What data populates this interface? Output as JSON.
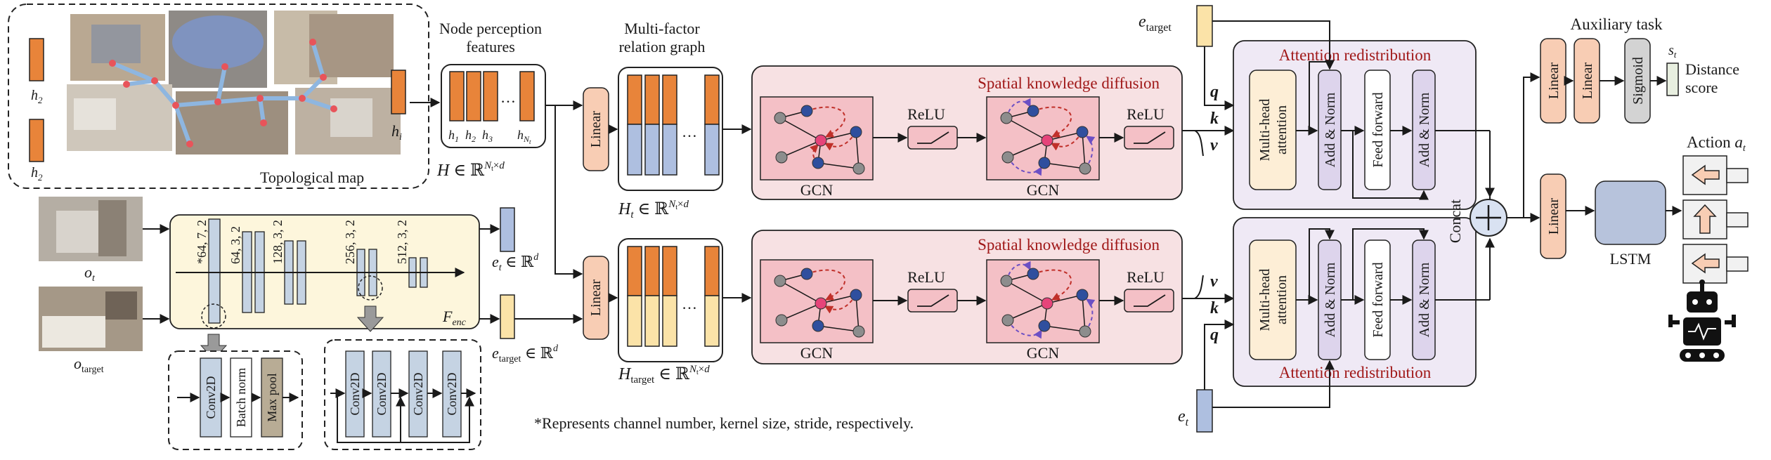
{
  "topo": {
    "caption": "Topological map",
    "h2_top": "h",
    "h2_top_sub": "2",
    "h2_bot": "h",
    "h2_bot_sub": "2",
    "hi": "h",
    "hi_sub": "i"
  },
  "node_features": {
    "title_line1": "Node perception",
    "title_line2": "features",
    "cells": [
      "h1",
      "h2",
      "h3",
      "hNt"
    ],
    "dots": "…",
    "formula": "H ∈ ℝ^(Nt×d)"
  },
  "relation": {
    "title_line1": "Multi-factor",
    "title_line2": "relation graph",
    "top_formula": "Ht ∈ ℝ^(Nt×d)",
    "bottom_formula": "Htarget ∈ ℝ^(Nt×d)",
    "dots": "…"
  },
  "linear_label": "Linear",
  "encoder": {
    "obs_label": "ot",
    "target_label": "otarget",
    "layers": [
      "*64, 7, 2",
      "64, 3, 2",
      "128, 3, 2",
      "256, 3, 2",
      "512, 3, 2"
    ],
    "fenc": "Fenc",
    "et_label": "et ∈ ℝd",
    "etarget_label": "etarget ∈ ℝd",
    "detail_left": [
      "Conv2D",
      "Batch norm",
      "Max pool"
    ],
    "detail_right": [
      "Conv2D",
      "Conv2D",
      "Conv2D",
      "Conv2D"
    ],
    "footnote": "*Represents channel number, kernel size, stride, respectively."
  },
  "diffusion": {
    "title": "Spatial knowledge diffusion",
    "gcn": "GCN",
    "relu": "ReLU"
  },
  "attention": {
    "title": "Attention redistribution",
    "mha_line1": "Multi-head",
    "mha_line2": "attention",
    "add_norm": "Add & Norm",
    "ff": "Feed forward",
    "q": "q",
    "k": "k",
    "v": "v",
    "etarget_input": "etarget",
    "et_input": "et"
  },
  "fusion": {
    "concat": "Concat",
    "linear": "Linear",
    "lstm": "LSTM",
    "action": "Action at"
  },
  "aux": {
    "title": "Auxiliary task",
    "linear": "Linear",
    "sigmoid": "Sigmoid",
    "st": "st",
    "score_line1": "Distance",
    "score_line2": "score"
  },
  "colors": {
    "orange": "#e8843a",
    "blue_cell": "#aebfe0",
    "yellow_cell": "#fbe3a8",
    "panel_pink": "#f7e1e3",
    "panel_lavender": "#efe9f5",
    "linear_box": "#f8cdb4",
    "encoder_bg": "#fdf6dc",
    "red_text": "#a01818"
  }
}
